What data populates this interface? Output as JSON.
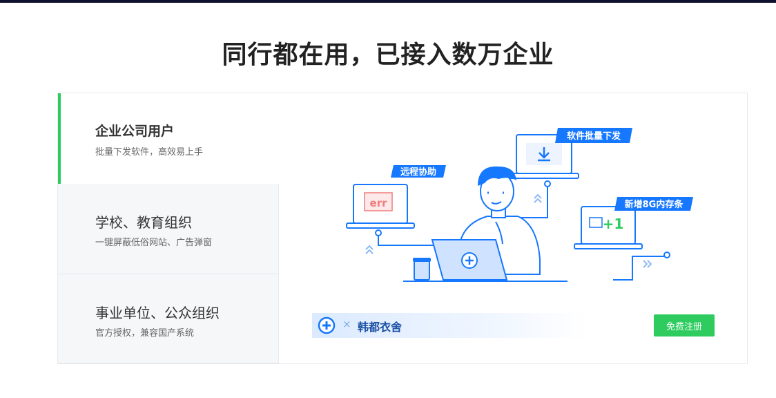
{
  "headline": "同行都在用，已接入数万企业",
  "tabs": [
    {
      "title": "企业公司用户",
      "desc": "批量下发软件，高效易上手"
    },
    {
      "title": "学校、教育组织",
      "desc": "一键屏蔽低俗网站、广告弹窗"
    },
    {
      "title": "事业单位、公众组织",
      "desc": "官方授权，兼容国产系统"
    }
  ],
  "illustration": {
    "tag_remote": "远程协助",
    "tag_batch": "软件批量下发",
    "tag_memory": "新增8G内存条",
    "err_text": "err",
    "plus_one": "+1"
  },
  "brand": {
    "x": "×",
    "name": "韩都衣舍"
  },
  "signup_label": "免费注册",
  "colors": {
    "accent_green": "#2ecc5f",
    "accent_blue": "#1677ff"
  }
}
